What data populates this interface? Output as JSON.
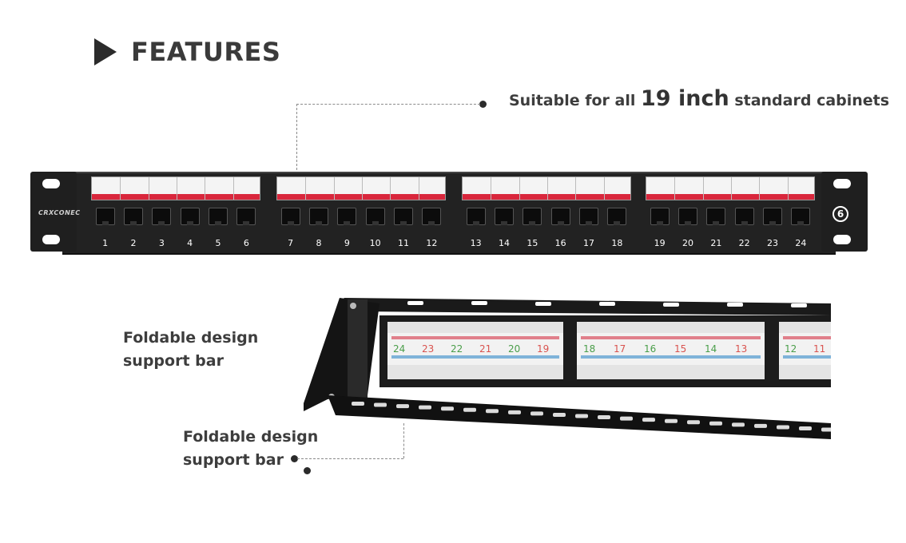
{
  "heading": {
    "text": "FEATURES"
  },
  "caption_top": {
    "prefix": "Suitable for all ",
    "highlight": "19 inch",
    "suffix": " standard cabinets"
  },
  "panel": {
    "brand": "CRXCONEC",
    "cat_badge": "6",
    "ports": [
      "1",
      "2",
      "3",
      "4",
      "5",
      "6",
      "7",
      "8",
      "9",
      "10",
      "11",
      "12",
      "13",
      "14",
      "15",
      "16",
      "17",
      "18",
      "19",
      "20",
      "21",
      "22",
      "23",
      "24"
    ]
  },
  "back_labels": {
    "block1": [
      "24",
      "23",
      "22",
      "21",
      "20",
      "19"
    ],
    "block2": [
      "18",
      "17",
      "16",
      "15",
      "14",
      "13"
    ],
    "block3": [
      "12",
      "11"
    ]
  },
  "caption_left": {
    "line1": "Foldable design",
    "line2": "support bar"
  },
  "caption_bottom": {
    "line1": "Foldable design",
    "line2": "support bar"
  },
  "colors": {
    "accent_red": "#d9263c",
    "panel_black": "#222222",
    "text": "#3a3a3a"
  }
}
